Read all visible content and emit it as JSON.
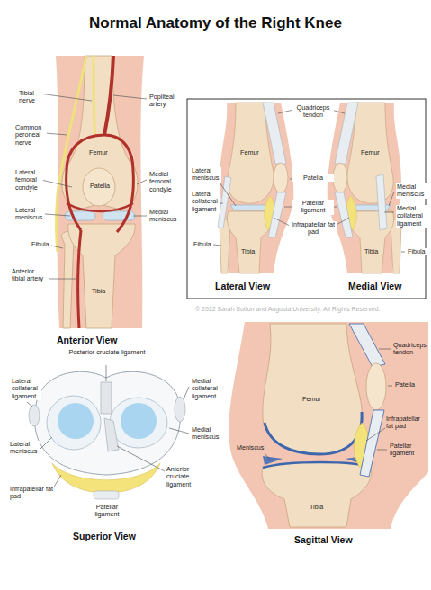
{
  "diagram": {
    "title": "Normal Anatomy of the Right Knee",
    "labels": [
      "Tibial nerve",
      "Popliteal artery",
      "Common peroneal nerve",
      "Femur",
      "Lateral femoral condyle",
      "Patella",
      "Medial femoral condyle",
      "Lateral meniscus",
      "Medial meniscus",
      "Fibula",
      "Anterior tibial artery",
      "Tibia",
      "Anterior View",
      "Quadriceps tendon",
      "Lateral meniscus",
      "Femur",
      "Patella",
      "Lateral collateral ligament",
      "Patellar ligament",
      "Infrapatellar fat pad",
      "Fibula",
      "Tibia",
      "Lateral View",
      "Femur",
      "Medial meniscus",
      "Medial collateral ligament",
      "Tibia",
      "Fibula",
      "Medial View",
      "© 2022 Sarah Sutton and Augusta University. All Rights Reserved.",
      "Posterior cruciate ligament",
      "Lateral collateral ligament",
      "Medial collateral ligament",
      "Medial meniscus",
      "Lateral meniscus",
      "Anterior cruciate ligament",
      "Infrapatellar fat pad",
      "Patellar ligament",
      "Superior View",
      "Quadriceps tendon",
      "Patella",
      "Femur",
      "Meniscus",
      "Infrapatellar fat pad",
      "Patellar ligament",
      "Tibia",
      "Sagittal View"
    ]
  }
}
